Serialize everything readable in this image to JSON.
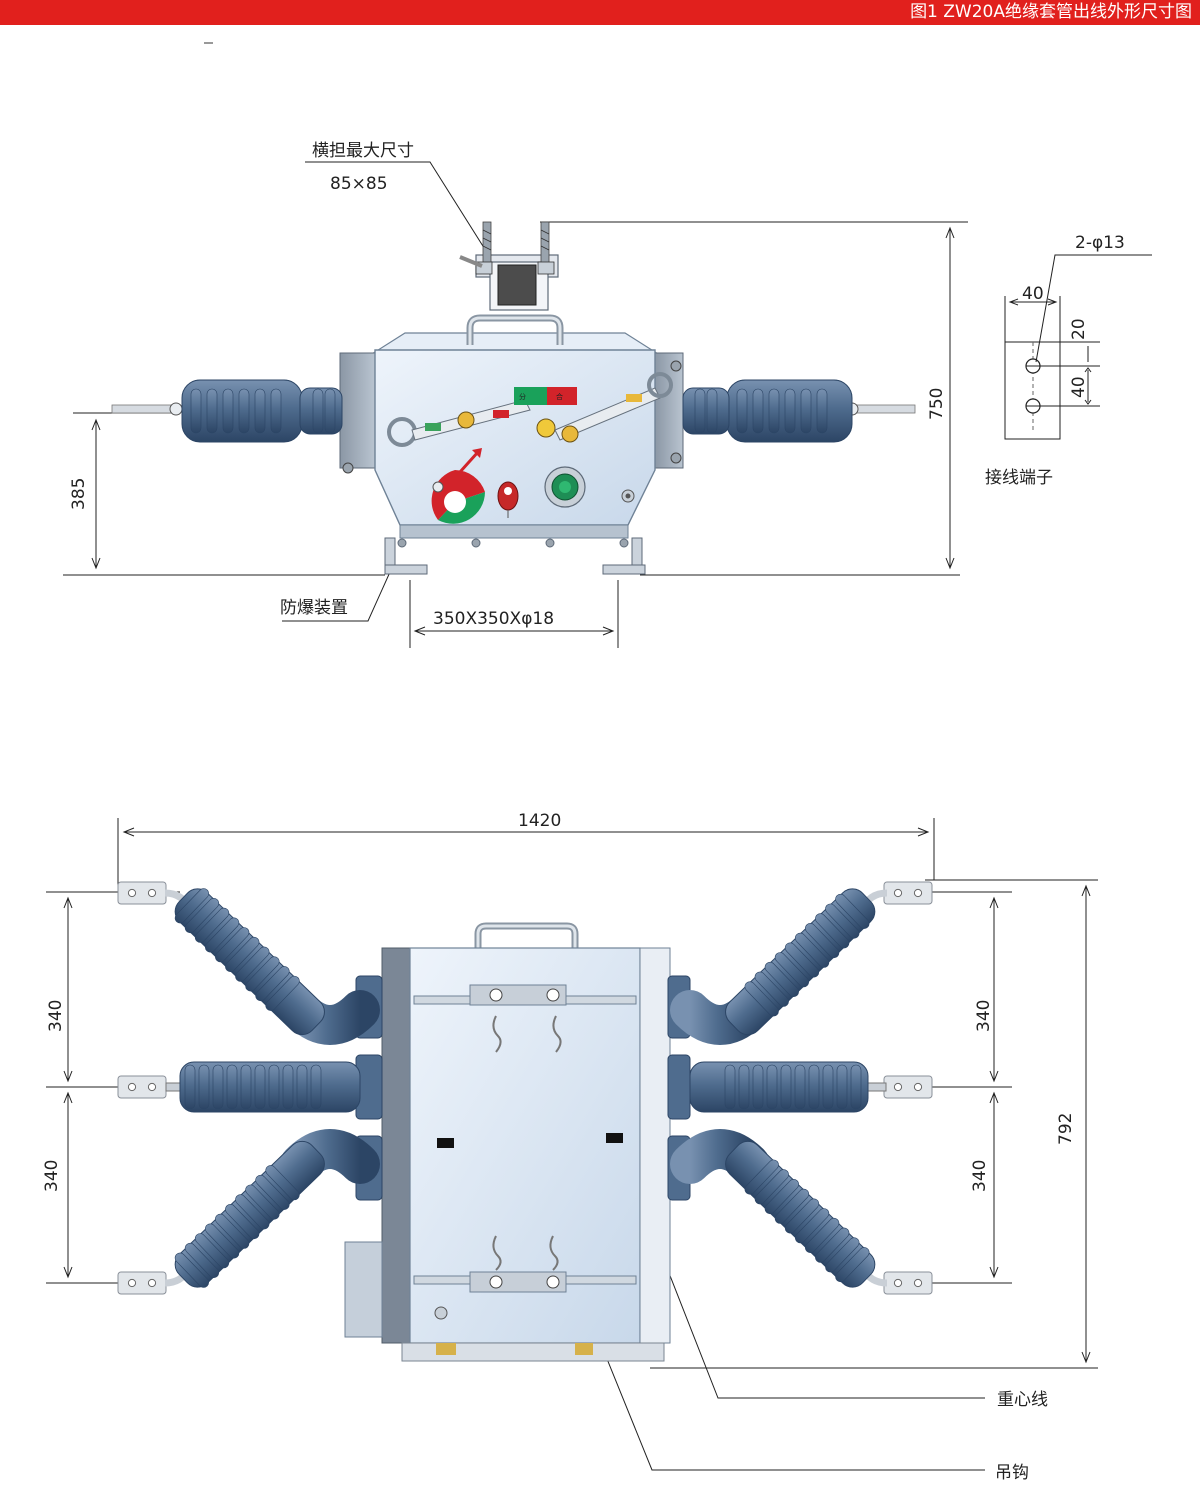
{
  "header": {
    "title": "图1 ZW20A绝缘套管出线外形尺寸图"
  },
  "front_view": {
    "crossarm_label": "横担最大尺寸",
    "crossarm_size": "85×85",
    "dim_height_total": "750",
    "dim_height_bushing": "385",
    "explosion_label": "防爆装置",
    "mount_label": "350X350Xφ18",
    "tab_open": "分",
    "tab_close": "合"
  },
  "terminal_detail": {
    "holes": "2-φ13",
    "width": "40",
    "top": "20",
    "pitch": "40",
    "label": "接线端子"
  },
  "top_view": {
    "width": "1420",
    "pitch_left_top": "340",
    "pitch_left_bottom": "340",
    "pitch_right_top": "340",
    "pitch_right_bottom": "340",
    "depth": "792",
    "gravity_label": "重心线",
    "hook_label": "吊钩"
  },
  "colors": {
    "banner": "#e1201d",
    "insulator": "#4f6c8e",
    "insulator_dark": "#2f4a6a",
    "housing": "#d4e2f2",
    "housing_edge": "#6f8296",
    "open_green": "#1aa15a",
    "close_red": "#d2232a"
  }
}
